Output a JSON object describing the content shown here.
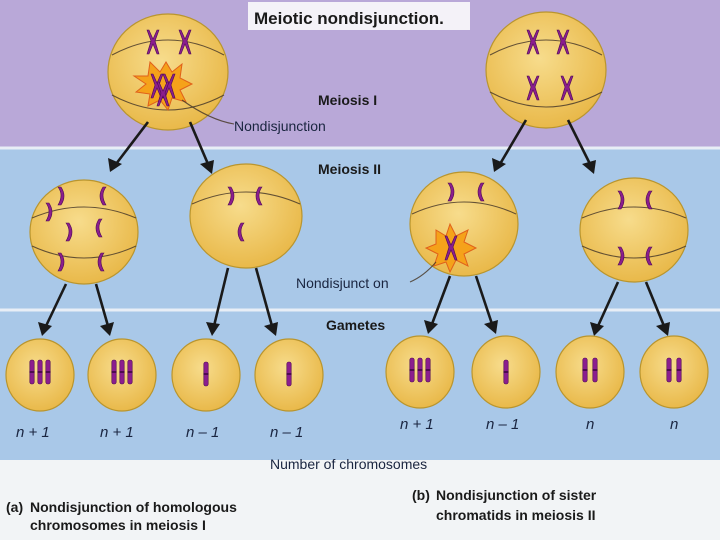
{
  "title": "Meiotic nondisjunction.",
  "stages": {
    "meiosis1": "Meiosis I",
    "meiosis2": "Meiosis II",
    "gametes": "Gametes"
  },
  "callouts": {
    "nondisjunction_a": "Nondisjunction",
    "nondisjunction_b": "Nondisjunct on"
  },
  "gamete_counts": {
    "a": [
      "n + 1",
      "n + 1",
      "n – 1",
      "n – 1"
    ],
    "b": [
      "n + 1",
      "n – 1",
      "n",
      "n"
    ]
  },
  "axis_caption": "Number of chromosomes",
  "captions": {
    "a_tag": "(a)",
    "a_line1": "Nondisjunction of homologous",
    "a_line2": "chromosomes in meiosis I",
    "b_tag": "(b)",
    "b_line1": "Nondisjunction of sister",
    "b_line2": "chromatids in meiosis II"
  },
  "colors": {
    "purple_band": "#b9a8d8",
    "blue_band": "#a9c8e8",
    "white_band": "#f2f4f6",
    "cell_fill": "#f2cc6a",
    "chromosome": "#8b1e8e",
    "starburst": "#f5a21a"
  }
}
